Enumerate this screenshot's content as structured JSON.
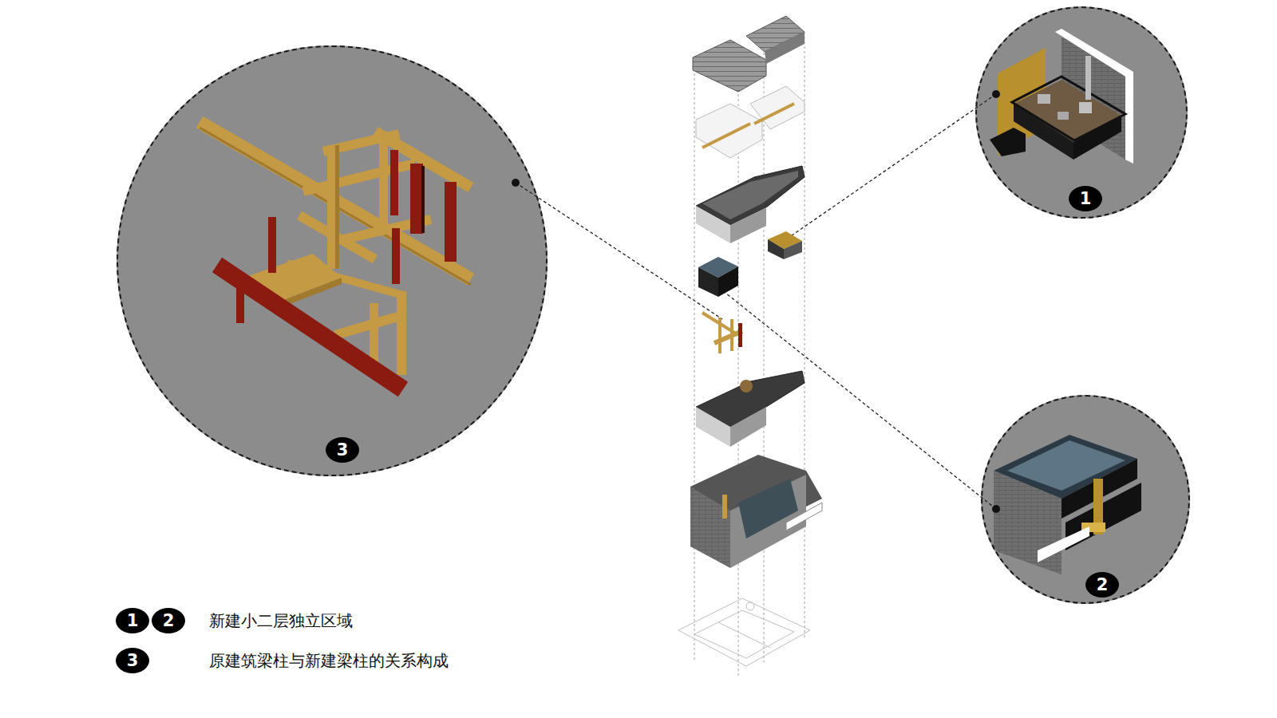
{
  "diagram": {
    "nodes": [
      {
        "text": [
          "3"
        ]
      },
      {
        "text": [
          "1"
        ]
      },
      {
        "text": [
          "2"
        ]
      }
    ],
    "labels": [
      "1",
      "2",
      "3"
    ],
    "legend": [
      {
        "text": "新建小二层独立区域"
      },
      {
        "text": "原建筑梁柱与新建梁柱的关系构成"
      }
    ]
  }
}
